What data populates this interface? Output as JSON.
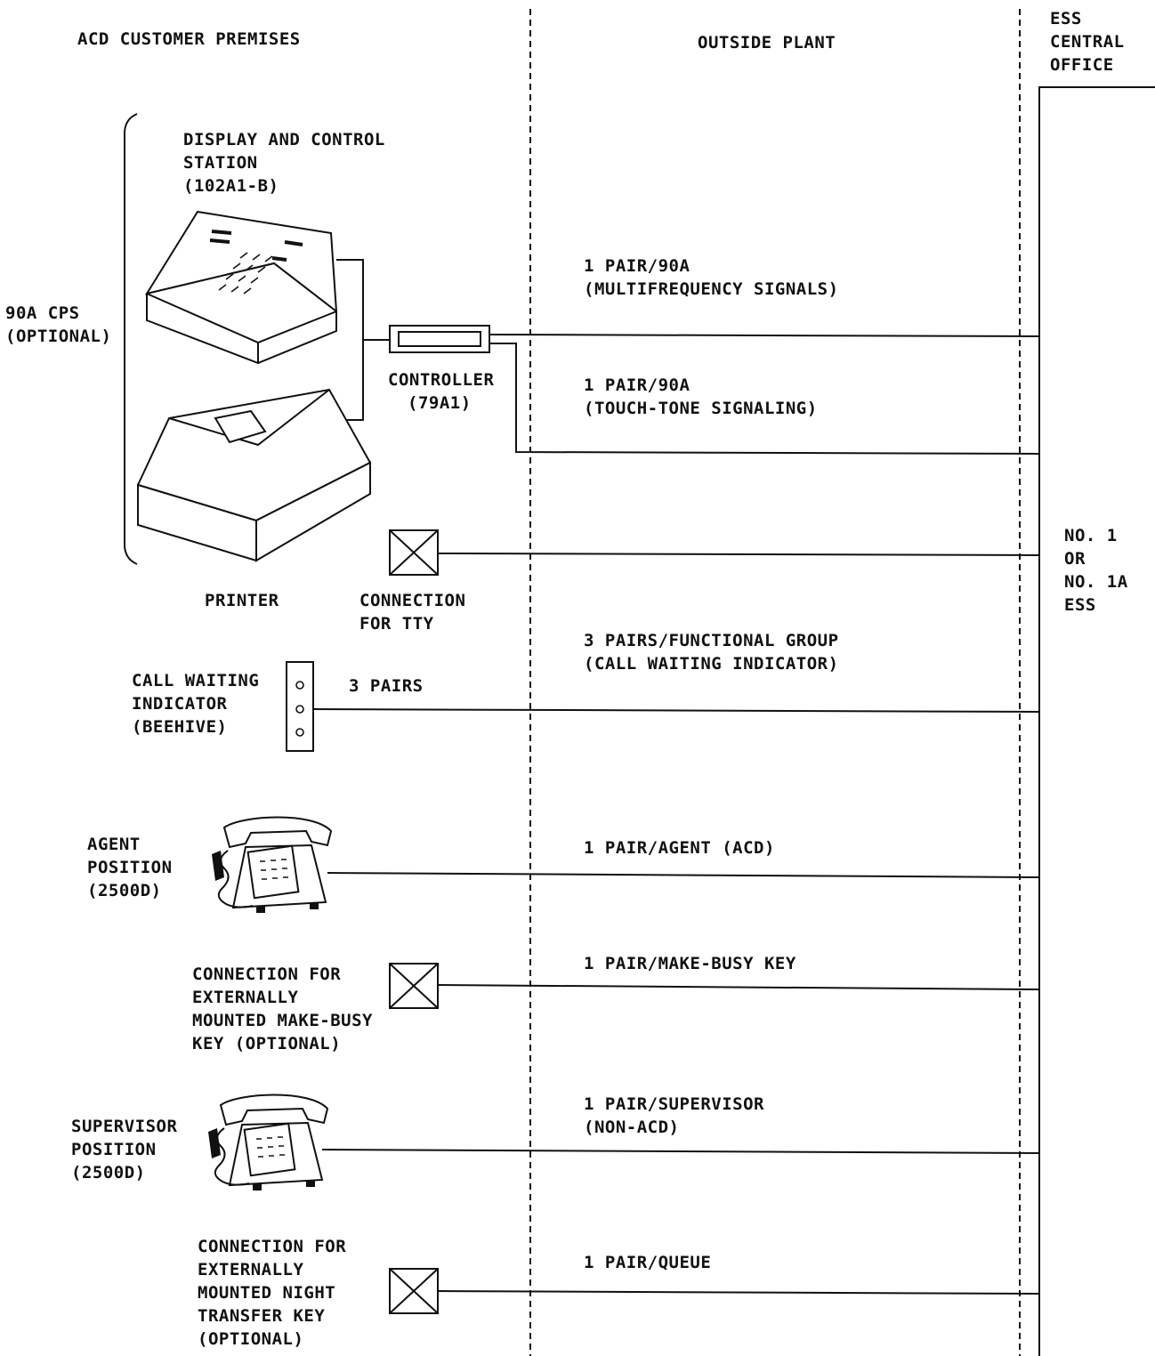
{
  "headers": {
    "premises": "ACD CUSTOMER PREMISES",
    "outside_plant": "OUTSIDE PLANT",
    "central_office": [
      "ESS",
      "CENTRAL",
      "OFFICE"
    ]
  },
  "ess": [
    "NO. 1",
    "OR",
    "NO. 1A",
    "ESS"
  ],
  "cps": [
    "90A CPS",
    "(OPTIONAL)"
  ],
  "equipment": {
    "display_station": [
      "DISPLAY AND CONTROL",
      "STATION",
      "(102A1-B)"
    ],
    "controller": [
      "CONTROLLER",
      "(79A1)"
    ],
    "printer": "PRINTER",
    "tty": [
      "CONNECTION",
      "FOR TTY"
    ],
    "cwi": [
      "CALL WAITING",
      "INDICATOR",
      "(BEEHIVE)"
    ],
    "cwi_pairs": "3 PAIRS",
    "agent": [
      "AGENT",
      "POSITION",
      "(2500D)"
    ],
    "make_busy": [
      "CONNECTION FOR",
      "EXTERNALLY",
      "MOUNTED MAKE-BUSY",
      "KEY (OPTIONAL)"
    ],
    "supervisor": [
      "SUPERVISOR",
      "POSITION",
      "(2500D)"
    ],
    "night_transfer": [
      "CONNECTION FOR",
      "EXTERNALLY",
      "MOUNTED NIGHT",
      "TRANSFER KEY",
      "(OPTIONAL)"
    ]
  },
  "lines": {
    "mf": [
      "1 PAIR/90A",
      "(MULTIFREQUENCY SIGNALS)"
    ],
    "tt": [
      "1 PAIR/90A",
      "(TOUCH-TONE SIGNALING)"
    ],
    "cwi": [
      "3 PAIRS/FUNCTIONAL GROUP",
      "(CALL WAITING INDICATOR)"
    ],
    "agent": "1 PAIR/AGENT (ACD)",
    "make_busy": "1 PAIR/MAKE-BUSY KEY",
    "supervisor": [
      "1 PAIR/SUPERVISOR",
      "(NON-ACD)"
    ],
    "queue": "1 PAIR/QUEUE"
  }
}
